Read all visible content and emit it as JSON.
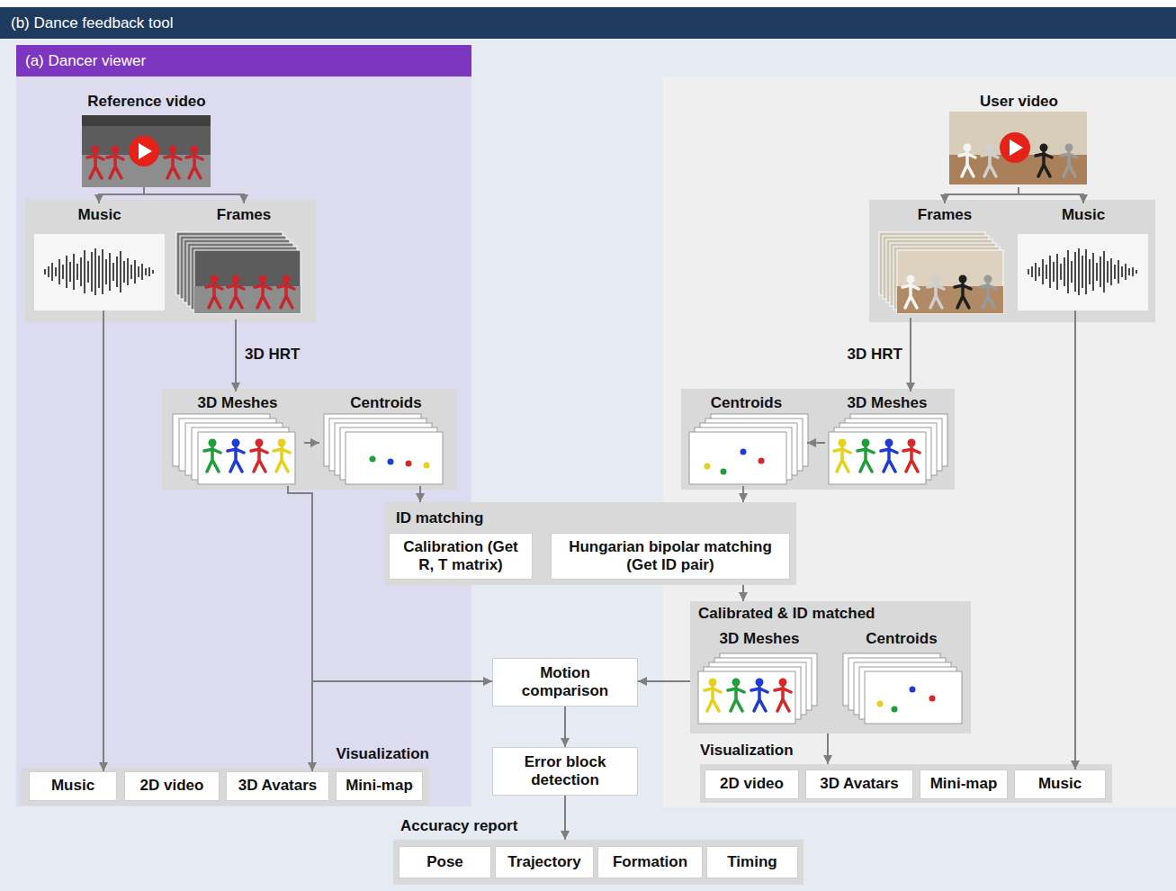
{
  "diagram": {
    "nodes": [
      {
        "text": [
          "(b) Dance feedback tool"
        ]
      },
      {
        "text": [
          "(a) Dancer viewer"
        ],
        "in": 0
      },
      {
        "text": [
          "Reference video"
        ],
        "in": 1
      },
      {
        "text": [
          "Music"
        ],
        "in": 1
      },
      {
        "text": [
          "Frames"
        ],
        "in": 1
      },
      {
        "text": [
          "3D Meshes"
        ],
        "in": 1
      },
      {
        "text": [
          "Centroids"
        ],
        "in": 1
      },
      {
        "text": [
          "Visualization"
        ],
        "in": 1
      },
      {
        "text": [
          "Music"
        ],
        "in": 7
      },
      {
        "text": [
          "2D video"
        ],
        "in": 7
      },
      {
        "text": [
          "3D Avatars"
        ],
        "in": 7
      },
      {
        "text": [
          "Mini-map"
        ],
        "in": 7
      },
      {
        "text": [
          "User video"
        ],
        "in": 0
      },
      {
        "text": [
          "Frames"
        ],
        "in": 0
      },
      {
        "text": [
          "Music"
        ],
        "in": 0
      },
      {
        "text": [
          "Centroids"
        ],
        "in": 0
      },
      {
        "text": [
          "3D Meshes"
        ],
        "in": 0
      },
      {
        "text": [
          "ID matching"
        ],
        "in": 0
      },
      {
        "text": [
          "Calibration (Get R, T matrix)"
        ],
        "in": 17
      },
      {
        "text": [
          "Hungarian bipolar matching (Get ID pair)"
        ],
        "in": 17
      },
      {
        "text": [
          "Calibrated & ID matched"
        ],
        "in": 0
      },
      {
        "text": [
          "3D Meshes"
        ],
        "in": 20
      },
      {
        "text": [
          "Centroids"
        ],
        "in": 20
      },
      {
        "text": [
          "Motion comparison"
        ],
        "in": 0
      },
      {
        "text": [
          "Error block detection"
        ],
        "in": 0
      },
      {
        "text": [
          "Visualization"
        ],
        "in": 0
      },
      {
        "text": [
          "2D video"
        ],
        "in": 25
      },
      {
        "text": [
          "3D Avatars"
        ],
        "in": 25
      },
      {
        "text": [
          "Mini-map"
        ],
        "in": 25
      },
      {
        "text": [
          "Music"
        ],
        "in": 25
      },
      {
        "text": [
          "Accuracy report"
        ],
        "in": 0
      },
      {
        "text": [
          "Pose"
        ],
        "in": 30
      },
      {
        "text": [
          "Trajectory"
        ],
        "in": 30
      },
      {
        "text": [
          "Formation"
        ],
        "in": 30
      },
      {
        "text": [
          "Timing"
        ],
        "in": 30
      }
    ],
    "edges": [
      {
        "from": 2,
        "to": 3,
        "arrow": "to"
      },
      {
        "from": 2,
        "to": 4,
        "arrow": "to"
      },
      {
        "from": 3,
        "to": 8,
        "arrow": "to"
      },
      {
        "from": 4,
        "to": 5,
        "label": "3D HRT",
        "arrow": "to"
      },
      {
        "from": 5,
        "to": 6,
        "arrow": "to"
      },
      {
        "from": 5,
        "to": 10,
        "arrow": "to"
      },
      {
        "from": 5,
        "to": 23,
        "arrow": "to"
      },
      {
        "from": 6,
        "to": 17,
        "arrow": "to"
      },
      {
        "from": 12,
        "to": 13,
        "arrow": "to"
      },
      {
        "from": 12,
        "to": 14,
        "arrow": "to"
      },
      {
        "from": 13,
        "to": 16,
        "label": "3D HRT",
        "arrow": "to"
      },
      {
        "from": 16,
        "to": 15,
        "arrow": "to"
      },
      {
        "from": 15,
        "to": 17,
        "arrow": "to"
      },
      {
        "from": 14,
        "to": 29,
        "arrow": "to"
      },
      {
        "from": 18,
        "to": 19,
        "arrow": "to"
      },
      {
        "from": 17,
        "to": 20,
        "arrow": "to"
      },
      {
        "from": 20,
        "to": 23,
        "arrow": "to"
      },
      {
        "from": 20,
        "to": 25,
        "arrow": "to"
      },
      {
        "from": 23,
        "to": 24,
        "arrow": "to"
      },
      {
        "from": 24,
        "to": 30,
        "arrow": "to"
      }
    ]
  }
}
